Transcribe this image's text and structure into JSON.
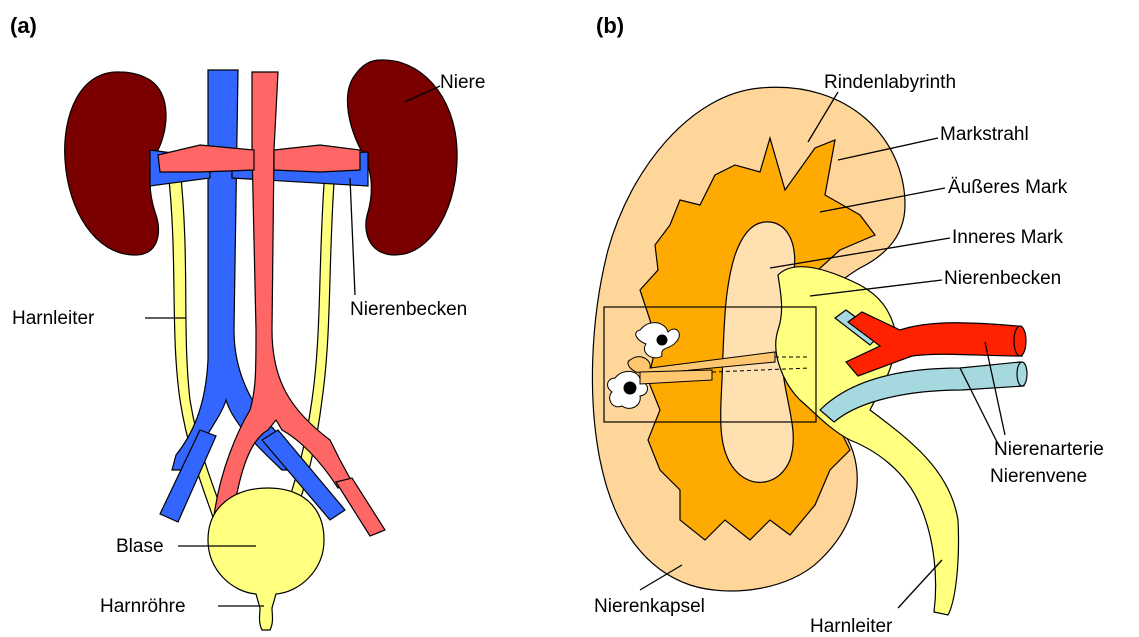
{
  "panel_a": {
    "tag": "(a)",
    "labels": {
      "niere": "Niere",
      "nierenbecken": "Nierenbecken",
      "harnleiter": "Harnleiter",
      "blase": "Blase",
      "harnroehre": "Harnröhre"
    }
  },
  "panel_b": {
    "tag": "(b)",
    "labels": {
      "rindenlabyrinth": "Rindenlabyrinth",
      "markstrahl": "Markstrahl",
      "aeusseres_mark": "Äußeres Mark",
      "inneres_mark": "Inneres Mark",
      "nierenbecken": "Nierenbecken",
      "nierenarterie": "Nierenarterie",
      "nierenvene": "Nierenvene",
      "nierenkapsel": "Nierenkapsel",
      "harnleiter": "Harnleiter"
    }
  },
  "colors": {
    "kidney": "#7a0000",
    "vein": "#3366ff",
    "artery": "#ff6666",
    "urine": "#ffff80",
    "cortex": "#ffd699",
    "outer_medulla": "#ffaa00",
    "inner_medulla": "#ffe0b0",
    "renal_artery": "#ff2200",
    "renal_vein": "#a6d8e0"
  }
}
